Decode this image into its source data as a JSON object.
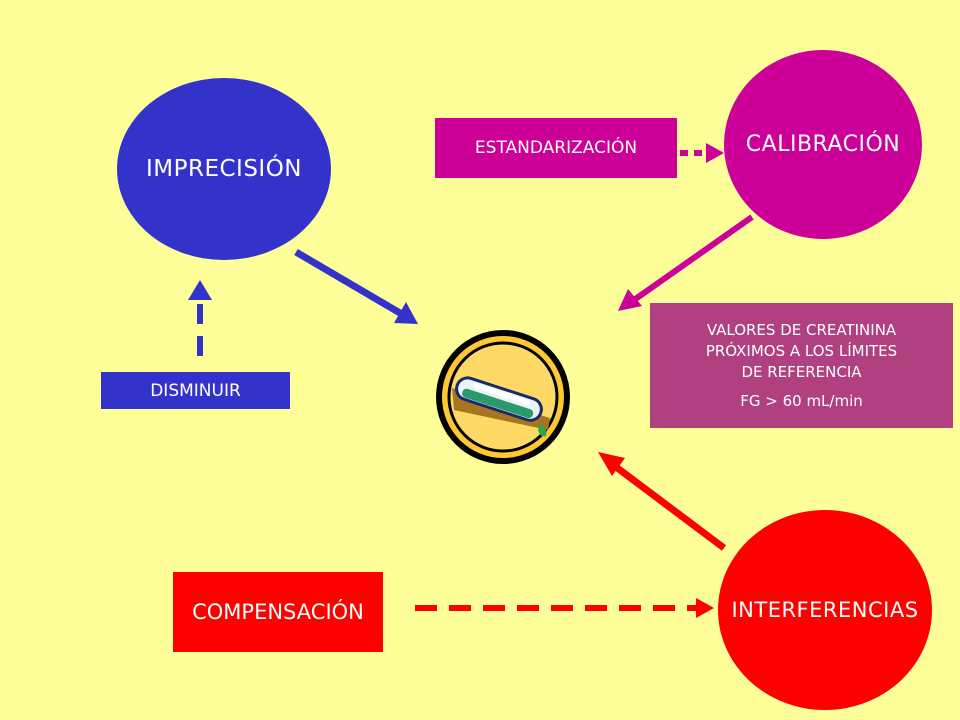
{
  "colors": {
    "background": "#ffff99",
    "blue": "#3333cc",
    "magenta": "#cc0099",
    "red": "#ff0000",
    "purple_box": "#b0407f",
    "tube_badge": "#ffc832"
  },
  "nodes": {
    "imprecision": "IMPRECISIÓN",
    "calibracion": "CALIBRACIÓN",
    "interferencias": "INTERFERENCIAS",
    "estandarizacion": "ESTANDARIZACIÓN",
    "disminuir": "DISMINUIR",
    "compensacion": "COMPENSACIÓN"
  },
  "valores_box": {
    "line1": "VALORES DE CREATININA",
    "line2": "PRÓXIMOS A LOS LÍMITES",
    "line3": "DE REFERENCIA",
    "fg": "FG > 60 mL/min"
  },
  "center_icon": "test-tube-icon"
}
